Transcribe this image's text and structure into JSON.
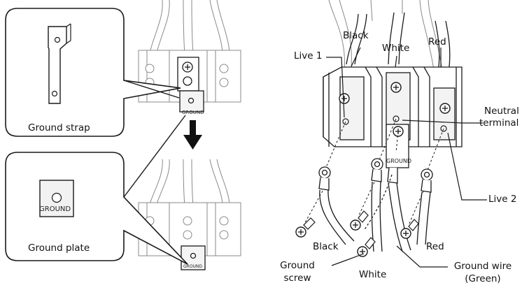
{
  "left": {
    "callout_top": {
      "label": "Ground strap"
    },
    "callout_bottom": {
      "label": "Ground plate",
      "plate_text": "GROUND"
    },
    "block_top_tag": "GROUND",
    "block_bottom_tag": "GROUND"
  },
  "right": {
    "wire_labels_top": {
      "black": "Black",
      "white": "White",
      "red": "Red"
    },
    "live1": "Live 1",
    "neutral": {
      "line1": "Neutral",
      "line2": "terminal"
    },
    "live2": "Live 2",
    "ground_tag": "GROUND",
    "wire_labels_bottom": {
      "black": "Black",
      "red": "Red",
      "white": "White"
    },
    "ground_screw": {
      "line1": "Ground",
      "line2": "screw"
    },
    "ground_wire": {
      "line1": "Ground wire",
      "line2": "(Green)"
    }
  },
  "colors": {
    "line": "#1a1a1a",
    "fill": "#ffffff",
    "shade": "#efefef",
    "faint": "#7a7a7a"
  },
  "icons": [
    "arrow-down-icon",
    "screw-icon",
    "ring-terminal-icon"
  ]
}
